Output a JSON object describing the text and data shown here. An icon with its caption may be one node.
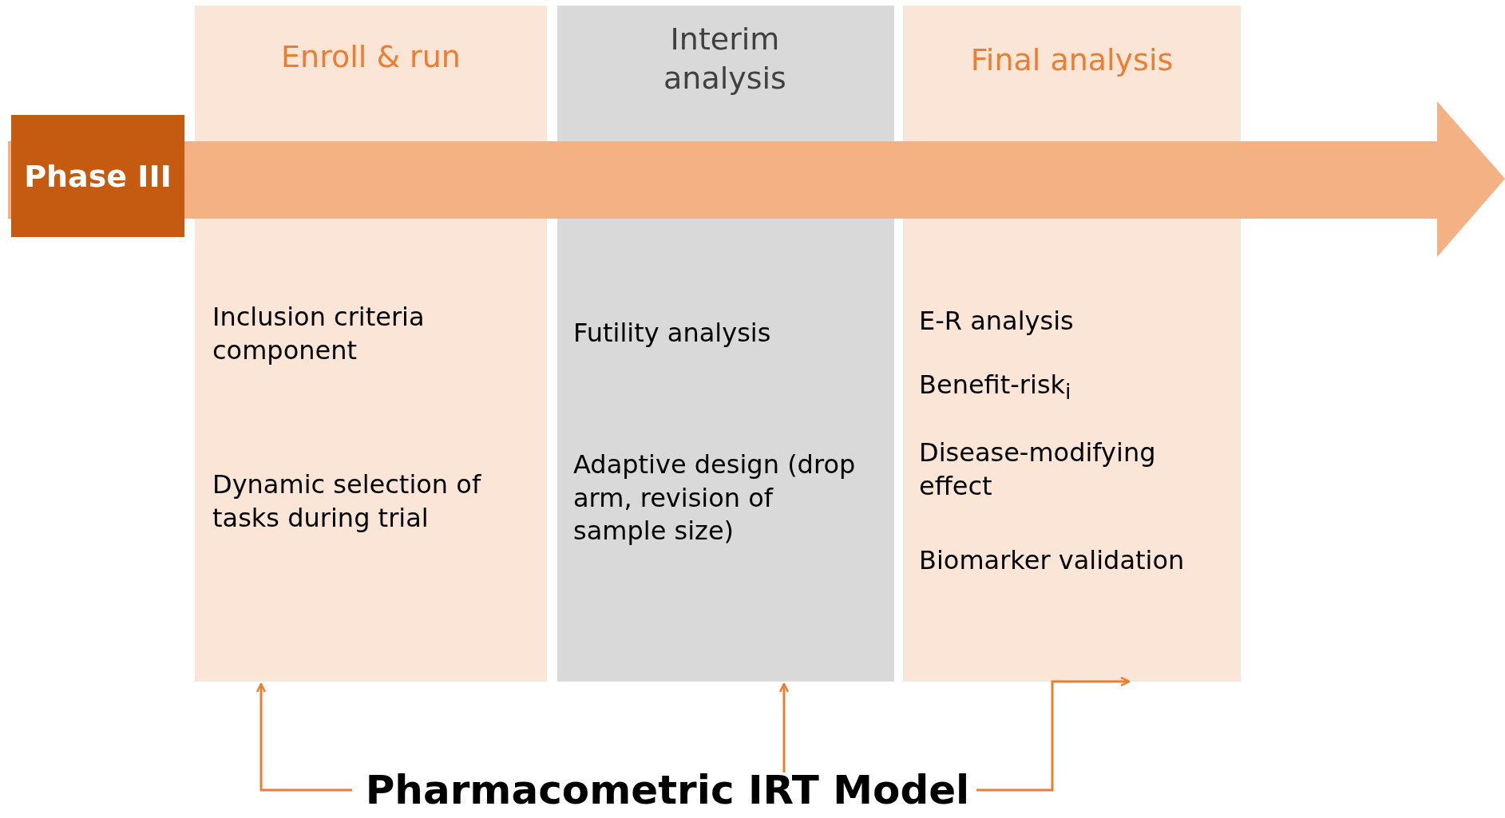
{
  "diagram": {
    "nodes": [
      {
        "text": [
          "Phase III"
        ]
      },
      {
        "text": [
          "Enroll & run",
          "Inclusion criteria component",
          "Dynamic selection of tasks during trial"
        ]
      },
      {
        "text": [
          "Interim analysis",
          "Futility analysis",
          "Adaptive design (drop arm, revision of sample size)"
        ]
      },
      {
        "text": [
          "Final analysis",
          "E-R analysis",
          "Benefit-risk$_{i}$",
          "Disease-modifying effect",
          "Biomarker validation"
        ]
      },
      {
        "text": [
          "Pharmacometric IRT Model"
        ]
      }
    ],
    "edges": [
      {
        "from": 4,
        "to": 1,
        "arrow": "to"
      },
      {
        "from": 4,
        "to": 2,
        "arrow": "to"
      },
      {
        "from": 4,
        "to": 3,
        "arrow": "to"
      }
    ]
  }
}
